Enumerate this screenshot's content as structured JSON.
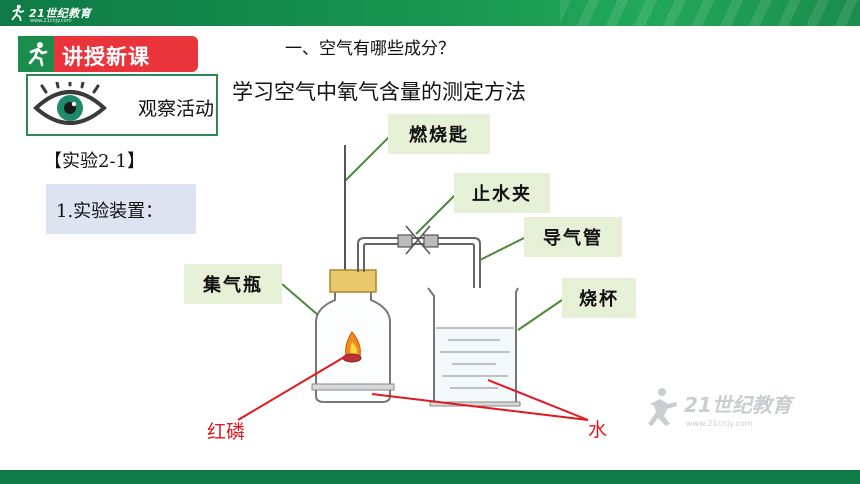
{
  "header": {
    "logo_text": "21世纪教育",
    "logo_subtext": "www.21cnjy.com"
  },
  "badge": {
    "label": "讲授新课"
  },
  "section_title": "一、空气有哪些成分？",
  "observation": {
    "label": "观察活动"
  },
  "lesson_title": "学习空气中氧气含量的测定方法",
  "experiment_label": "【实验2-1】",
  "setup_label": "1.实验装置：",
  "callouts": {
    "spoon": "燃烧匙",
    "clamp": "止水夹",
    "tube": "导气管",
    "bottle": "集气瓶",
    "beaker": "烧杯"
  },
  "red_labels": {
    "phosphorus": "红磷",
    "water": "水"
  },
  "watermark": {
    "text": "21世纪教育",
    "url": "www.21cnjy.com"
  },
  "colors": {
    "brand_green": "#1a8c4c",
    "badge_red": "#e8343a",
    "callout_bg": "#e6f0d7",
    "leader_green": "#4a8a3a",
    "red_line": "#e0191f",
    "setup_bg": "#dde3f1"
  }
}
